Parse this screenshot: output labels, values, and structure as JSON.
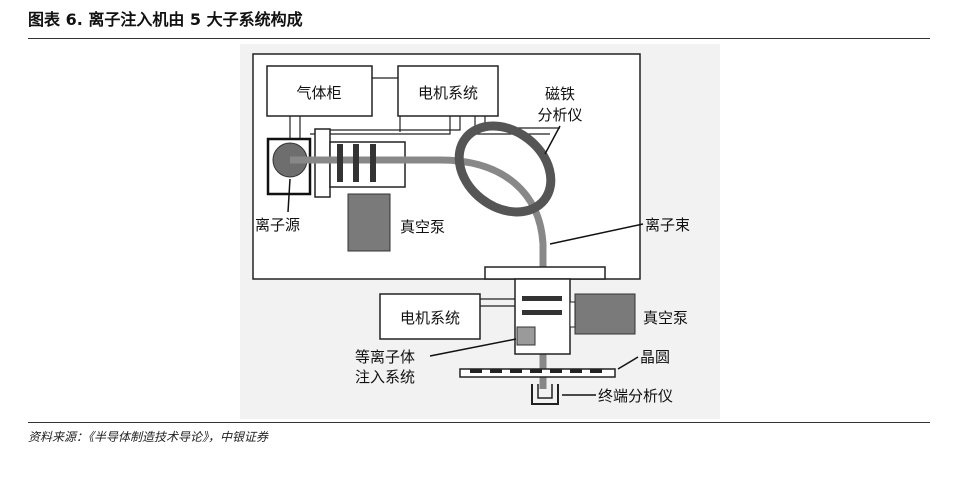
{
  "figure": {
    "caption": "图表 6. 离子注入机由 5 大子系统构成",
    "source": "资料来源：《半导体制造技术导论》，中银证券"
  },
  "diagram": {
    "labels": {
      "gas_cabinet": "气体柜",
      "motor_system_top": "电机系统",
      "magnet_analyzer_line1": "磁铁",
      "magnet_analyzer_line2": "分析仪",
      "ion_source": "离子源",
      "vacuum_pump_top": "真空泵",
      "ion_beam": "离子束",
      "motor_system_bottom": "电机系统",
      "vacuum_pump_right": "真空泵",
      "wafer": "晶圆",
      "plasma_line1": "等离子体",
      "plasma_line2": "注入系统",
      "end_analyzer": "终端分析仪"
    }
  }
}
